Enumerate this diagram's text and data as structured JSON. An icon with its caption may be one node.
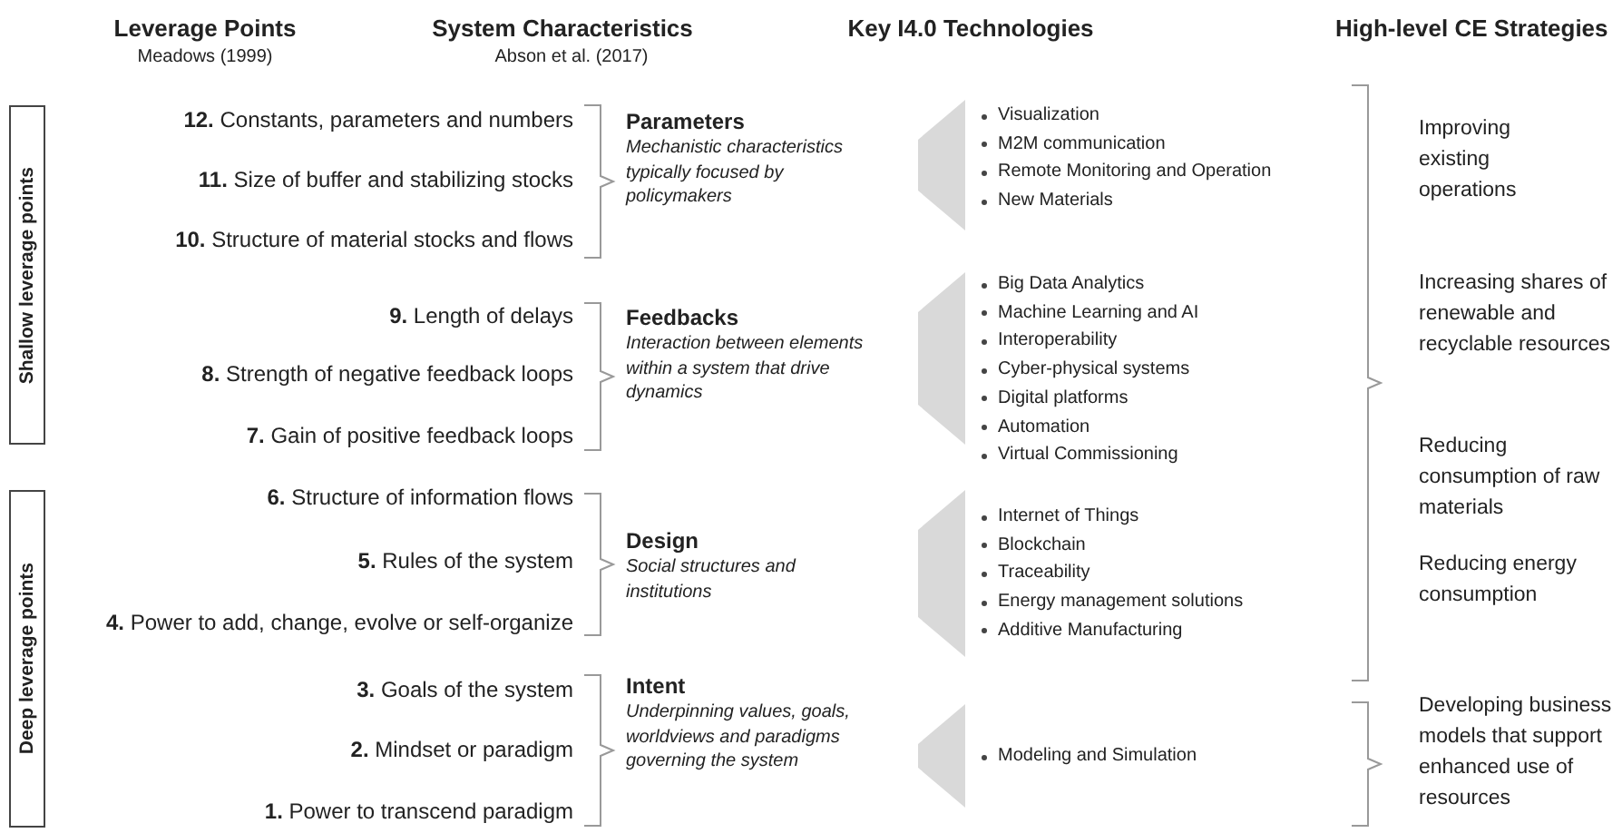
{
  "diagram": {
    "nodes": [
      {
        "text": [
          "Shallow leverage points"
        ]
      },
      {
        "text": [
          "Deep leverage points"
        ]
      },
      {
        "text": [],
        "shape": "chevron"
      },
      {
        "text": [],
        "shape": "chevron"
      },
      {
        "text": [],
        "shape": "chevron"
      },
      {
        "text": [],
        "shape": "chevron"
      }
    ],
    "labels": [
      "Leverage Points",
      "Meadows (1999)",
      "System Characteristics",
      "Abson et al. (2017)",
      "Key I4.0 Technologies",
      "High-level CE Strategies",
      "**12.** Constants, parameters and numbers",
      "**11.** Size of buffer and stabilizing stocks",
      "**10.** Structure of material stocks and flows",
      "**9.** Length of delays",
      "**8.** Strength of negative feedback loops",
      "**7.** Gain of positive feedback loops",
      "**6.** Structure of information flows",
      "**5.** Rules of the system",
      "**4.** Power to add, change, evolve or self-organize",
      "**3.** Goals of the system",
      "**2.** Mindset or paradigm",
      "**1.** Power to transcend paradigm",
      "Parameters",
      "Mechanistic characteristics typically focused by policymakers",
      "Feedbacks",
      "Interaction between elements within a system that drive dynamics",
      "Design",
      "Social structures and institutions",
      "Intent",
      "Underpinning values, goals, worldviews and paradigms governing the system",
      "Visualization",
      "M2M communication",
      "Remote Monitoring and Operation",
      "New Materials",
      "Big Data Analytics",
      "Machine Learning and AI",
      "Interoperability",
      "Cyber-physical systems",
      "Digital platforms",
      "Automation",
      "Virtual Commissioning",
      "Internet of Things",
      "Blockchain",
      "Traceability",
      "Energy management solutions",
      "Additive Manufacturing",
      "Modeling and Simulation",
      "Improving existing operations",
      "Increasing shares of renewable and recyclable resources",
      "Reducing consumption of raw materials",
      "Reducing energy consumption",
      "Developing business models that support enhanced use of resources"
    ]
  }
}
